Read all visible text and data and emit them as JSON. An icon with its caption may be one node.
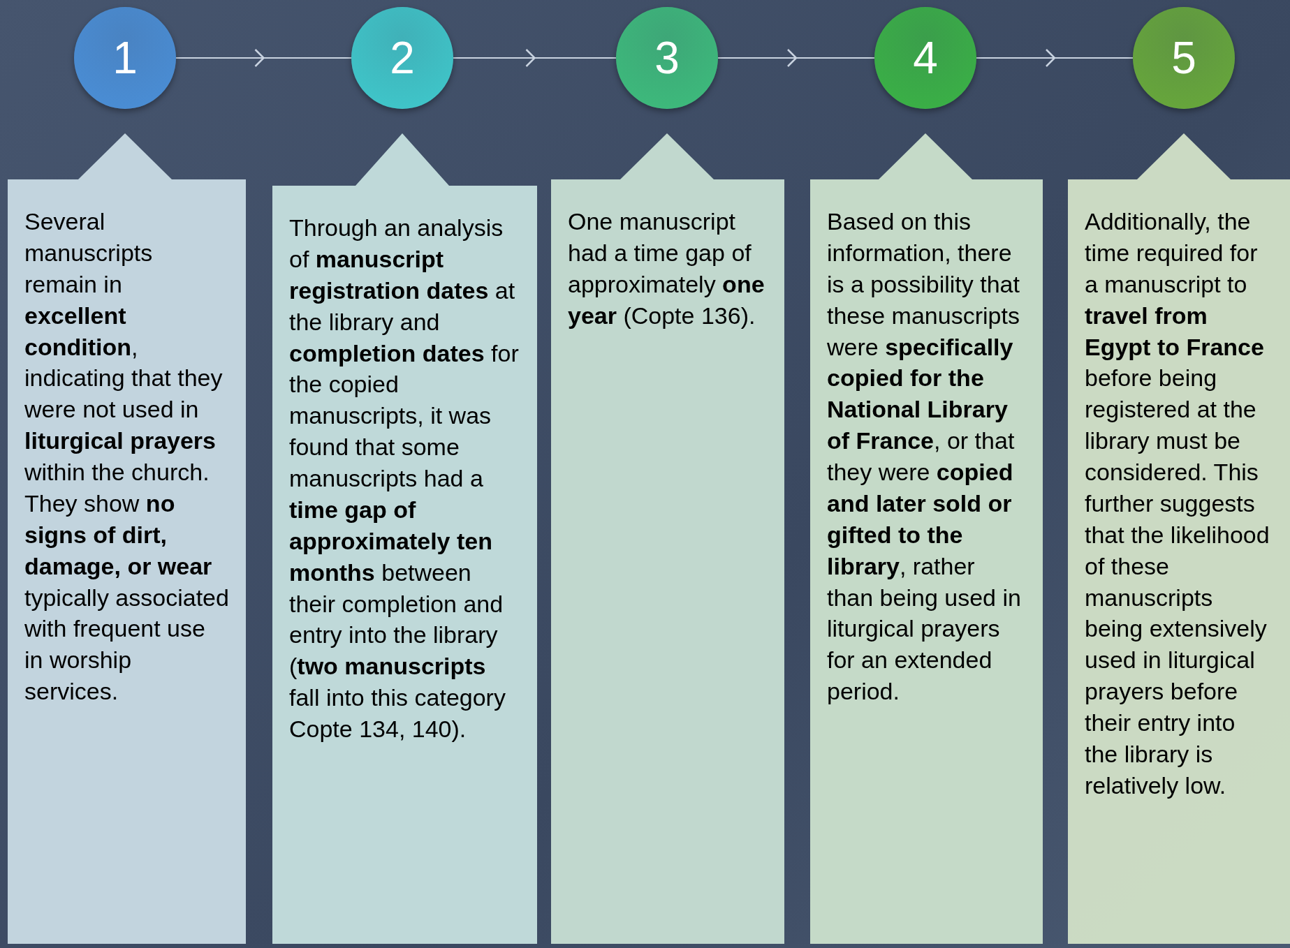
{
  "diagram": {
    "nodes": [
      {
        "text": [
          "1"
        ]
      },
      {
        "text": [
          "2"
        ]
      },
      {
        "text": [
          "3"
        ]
      },
      {
        "text": [
          "4"
        ]
      },
      {
        "text": [
          "5"
        ]
      },
      {
        "text": [
          "Several manuscripts remain in **excellent condition**, indicating that they were not used in **liturgical prayers** within the church. They show **no signs of dirt, damage, or wear** typically associated with frequent use in worship services."
        ]
      },
      {
        "text": [
          "Through an analysis of **manuscript registration dates** at the library and **completion dates** for the copied manuscripts, it was found that some manuscripts had a **time gap of approximately ten months** between their completion and entry into the library (**two manuscripts** fall into this category Copte 134, 140)."
        ]
      },
      {
        "text": [
          "One manuscript had a time gap of approximately **one year** (Copte 136)."
        ]
      },
      {
        "text": [
          "Based on this information, there is a possibility that these manuscripts were **specifically copied for the National Library of France**, or that they were **copied and later sold or gifted to the library**, rather than being used in liturgical prayers for an extended period."
        ]
      },
      {
        "text": [
          "Additionally, the time required for a manuscript to **travel from Egypt to France** before being registered at the library must be considered. This further suggests that the likelihood of these manuscripts being extensively used in liturgical prayers before their entry into the library is relatively low."
        ]
      }
    ],
    "edges": [
      {
        "from": 0,
        "to": 1,
        "arrow": "to"
      },
      {
        "from": 1,
        "to": 2,
        "arrow": "to"
      },
      {
        "from": 2,
        "to": 3,
        "arrow": "to"
      },
      {
        "from": 3,
        "to": 4,
        "arrow": "to"
      }
    ]
  }
}
